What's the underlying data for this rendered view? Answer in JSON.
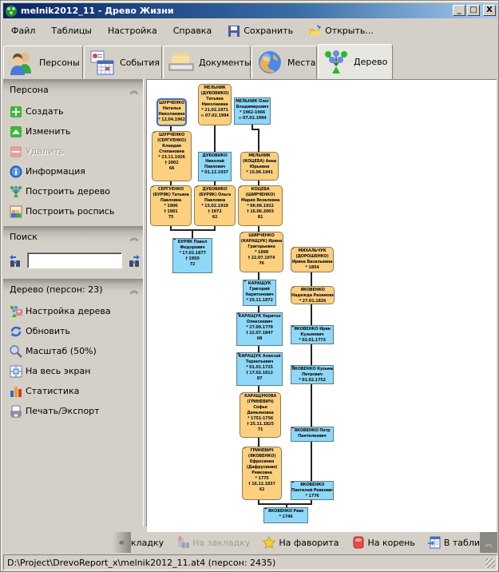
{
  "window": {
    "title": "melnik2012_11 - Древо Жизни",
    "controls": [
      "_",
      "□",
      "X"
    ]
  },
  "menu": {
    "items": [
      "Файл",
      "Таблицы",
      "Настройка",
      "Справка"
    ],
    "save": "Сохранить",
    "open": "Открыть..."
  },
  "tabs": [
    {
      "label": "Персоны",
      "icon": "persons-icon"
    },
    {
      "label": "События",
      "icon": "events-icon"
    },
    {
      "label": "Документы",
      "icon": "documents-icon"
    },
    {
      "label": "Места",
      "icon": "globe-icon"
    },
    {
      "label": "Дерево",
      "icon": "tree-icon",
      "active": true
    }
  ],
  "sidebar": {
    "person": {
      "title": "Персона",
      "items": [
        {
          "label": "Создать",
          "icon": "add-icon"
        },
        {
          "label": "Изменить",
          "icon": "edit-icon"
        },
        {
          "label": "Удалить",
          "icon": "delete-icon",
          "disabled": true
        },
        {
          "label": "Информация",
          "icon": "info-icon"
        },
        {
          "label": "Построить дерево",
          "icon": "tree-icon"
        },
        {
          "label": "Построить роспись",
          "icon": "report-icon"
        }
      ]
    },
    "search": {
      "title": "Поиск",
      "value": "",
      "placeholder": ""
    },
    "tree": {
      "title": "Дерево (персон: 23)",
      "items": [
        {
          "label": "Настройка дерева",
          "icon": "tree-settings-icon"
        },
        {
          "label": "Обновить",
          "icon": "refresh-icon"
        },
        {
          "label": "Масштаб (50%)",
          "icon": "zoom-icon"
        },
        {
          "label": "На весь экран",
          "icon": "fullscreen-icon"
        },
        {
          "label": "Статистика",
          "icon": "chart-icon"
        },
        {
          "label": "Печать/Экспорт",
          "icon": "print-icon"
        }
      ]
    }
  },
  "tree_canvas": {
    "zoom_percent": 50,
    "colors": {
      "female": "#fcd07f",
      "male": "#8fd8f8",
      "selected_border": "#3a6ad8"
    },
    "nodes": [
      {
        "id": "n1",
        "sex": "f",
        "root": true,
        "lines": [
          "ШУРЧЕНКО",
          "Наталья",
          "Николаевна",
          "* 12.04.1962"
        ]
      },
      {
        "id": "n2",
        "sex": "f",
        "lines": [
          "МЕЛЬНИК",
          "(ДУБОВИКО)",
          "Татьяна",
          "Николаевна",
          "* 21.02.1971",
          "∞ 07.02.1994"
        ]
      },
      {
        "id": "n3",
        "sex": "m",
        "lines": [
          "МЕЛЬНИК Олег",
          "Владимирович",
          "* 1962-1966",
          "∞ 07.02.1994"
        ]
      },
      {
        "id": "n4",
        "sex": "f",
        "edit": true,
        "lines": [
          "ШУРЧЕНКО",
          "(СЕРГУЕНКО)",
          "Клавдия",
          "Степановна",
          "* 23.11.1926",
          "† 2002",
          "66"
        ]
      },
      {
        "id": "n5",
        "sex": "m",
        "lines": [
          "ДУБОВИКО",
          "Николай",
          "Павлович",
          "* 01.12.1937"
        ]
      },
      {
        "id": "n6",
        "sex": "f",
        "lines": [
          "МЕЛЬНИК",
          "(КОЦЕБА) Анна",
          "Юрьевна",
          "* 15.06.1941"
        ]
      },
      {
        "id": "n7",
        "sex": "f",
        "edit": true,
        "lines": [
          "СЕРГУЕНКО",
          "(БУРЯК) Татьяна",
          "Павловна",
          "* 1906",
          "† 1981",
          "75"
        ]
      },
      {
        "id": "n8",
        "sex": "f",
        "edit": true,
        "lines": [
          "ДУБОВИКО",
          "(БУРЯК) Ольга",
          "Павловна",
          "* 15.02.1910",
          "† 1972",
          "62"
        ]
      },
      {
        "id": "n9",
        "sex": "f",
        "edit": true,
        "lines": [
          "КОЦЕБА",
          "(ШИРЧЕНКО)",
          "Мария Яковлевна",
          "* 06.06.1922",
          "† 16.06.2003",
          "81"
        ]
      },
      {
        "id": "n10",
        "sex": "m",
        "edit": true,
        "lines": [
          "БУРЯК Павел",
          "Федорович",
          "* 17.02.1877",
          "† 1950",
          "72"
        ]
      },
      {
        "id": "n11",
        "sex": "f",
        "edit": true,
        "lines": [
          "ШИРЧЕНКО",
          "(КАРАЩУК) Ирина",
          "Григорьевна",
          "* 1898",
          "† 22.07.1974",
          "76"
        ]
      },
      {
        "id": "n12",
        "sex": "f",
        "edit": true,
        "lines": [
          "МИХАЛЬЧУК",
          "(ДОРОШЕНКО)",
          "Ирина Васильевна",
          "* 1854"
        ]
      },
      {
        "id": "n13",
        "sex": "m",
        "edit": true,
        "lines": [
          "КАРАЩУК",
          "Григорий",
          "Харитонович",
          "* 25.11.1872"
        ]
      },
      {
        "id": "n14",
        "sex": "f",
        "edit": true,
        "lines": [
          "ЯКОВЕНКО",
          "Надежда Рахимовна",
          "* 27.01.1826"
        ]
      },
      {
        "id": "n15",
        "sex": "m",
        "edit": true,
        "lines": [
          "КАРАЩУК Харитон",
          "Олексеевич",
          "* 27.09.1779",
          "† 22.07.1847",
          "68"
        ]
      },
      {
        "id": "n16",
        "sex": "m",
        "edit": true,
        "lines": [
          "ЯКОВЕНКО Ирин",
          "Кузьмович",
          "* 02.01.1773"
        ]
      },
      {
        "id": "n17",
        "sex": "m",
        "edit": true,
        "lines": [
          "КАРАЩУК Алексей",
          "Терентьевич",
          "* 01.01.1725",
          "† 17.02.1812",
          "87"
        ]
      },
      {
        "id": "n18",
        "sex": "m",
        "edit": true,
        "lines": [
          "ЯКОВЕНКО Кузьма",
          "Петрович",
          "* 01.02.1752"
        ]
      },
      {
        "id": "n19",
        "sex": "f",
        "edit": true,
        "lines": [
          "КАРАЩУКОВА",
          "(ГРИНЕВИЧ)",
          "Софья",
          "Демьяновна",
          "* 1751-1756",
          "† 25.11.1825",
          "71"
        ]
      },
      {
        "id": "n20",
        "sex": "m",
        "edit": true,
        "lines": [
          "ЯКОВЕНКО Петр",
          "Пантелеевич"
        ]
      },
      {
        "id": "n21",
        "sex": "f",
        "edit": true,
        "lines": [
          "ГРИНЕВИЧ",
          "(ЯКОВЕНКО)",
          "Ефросиния",
          "(Дафрусиния)",
          "Ревковна",
          "* 1775",
          "† 16.12.1837",
          "62"
        ]
      },
      {
        "id": "n22",
        "sex": "m",
        "edit": true,
        "lines": [
          "ЯКОВЕНКО",
          "Пантелей Ревкович",
          "* 1776"
        ]
      },
      {
        "id": "n23",
        "sex": "m",
        "edit": true,
        "lines": [
          "ЯКОВЕНКО Ревк",
          "* 1746"
        ]
      }
    ]
  },
  "bottombar": {
    "truncated": "кладку",
    "items": [
      {
        "label": "На закладку",
        "icon": "bookmark-icon",
        "disabled": true
      },
      {
        "label": "На фаворита",
        "icon": "star-icon"
      },
      {
        "label": "На корень",
        "icon": "root-icon"
      },
      {
        "label": "В таблицу",
        "icon": "table-icon"
      }
    ]
  },
  "status": {
    "text": "D:\\Project\\DrevoReport_x\\melnik2012_11.at4 (персон: 2435)"
  }
}
